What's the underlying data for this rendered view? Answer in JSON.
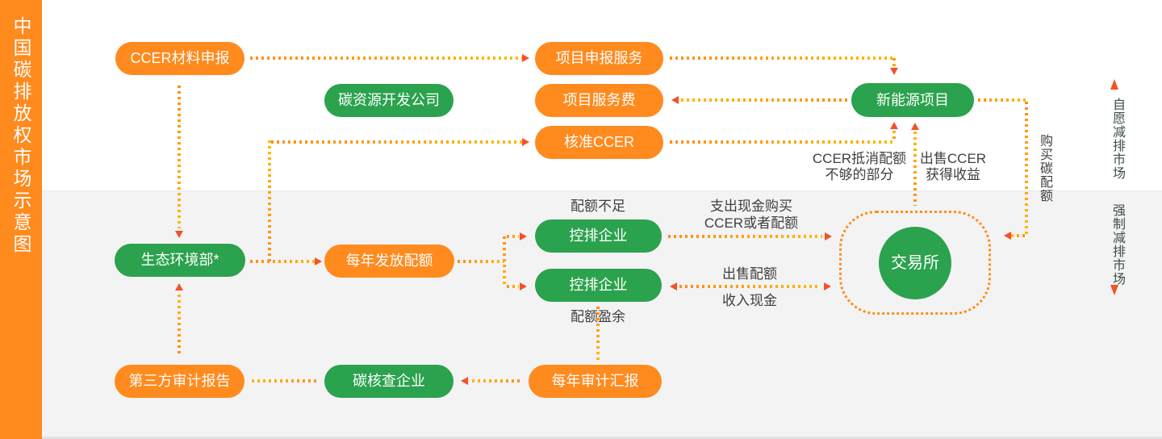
{
  "sidebar": {
    "title": "中国碳排放权市场示意图"
  },
  "markets": {
    "voluntary": "自愿减排市场",
    "mandatory": "强制减排市场"
  },
  "nodes": {
    "ccer_material": "CCER材料申报",
    "project_apply": "项目申报服务",
    "carbon_dev_company": "碳资源开发公司",
    "project_fee": "项目服务费",
    "approved_ccer": "核准CCER",
    "new_energy_project": "新能源项目",
    "ministry_ecology": "生态环境部*",
    "annual_quota": "每年发放配额",
    "emitter_shortage": "控排企业",
    "emitter_surplus": "控排企业",
    "exchange": "交易所",
    "third_party_report": "第三方审计报告",
    "carbon_verifier": "碳核查企业",
    "annual_audit_report": "每年审计汇报"
  },
  "edge_labels": {
    "quota_shortage": "配额不足",
    "quota_surplus": "配额盈余",
    "pay_cash_1": "支出现金购买",
    "pay_cash_2": "CCER或者配额",
    "sell_quota": "出售配额",
    "receive_cash": "收入现金",
    "ccer_offset_1": "CCER抵消配额",
    "ccer_offset_2": "不够的部分",
    "sell_ccer_1": "出售CCER",
    "sell_ccer_2": "获得收益",
    "buy_carbon_quota": "购买碳配额"
  },
  "colors": {
    "orange": "#FF8A1E",
    "green": "#2BA24D",
    "arrow": "#F4512A",
    "dot-orange": "#FF8E1A",
    "dot-yellow": "#FFB900",
    "text-dark": "#3F3F3F",
    "text-market": "#3A5144",
    "bg-gray": "#F3F3F4",
    "bg-white": "#FFFFFF"
  }
}
